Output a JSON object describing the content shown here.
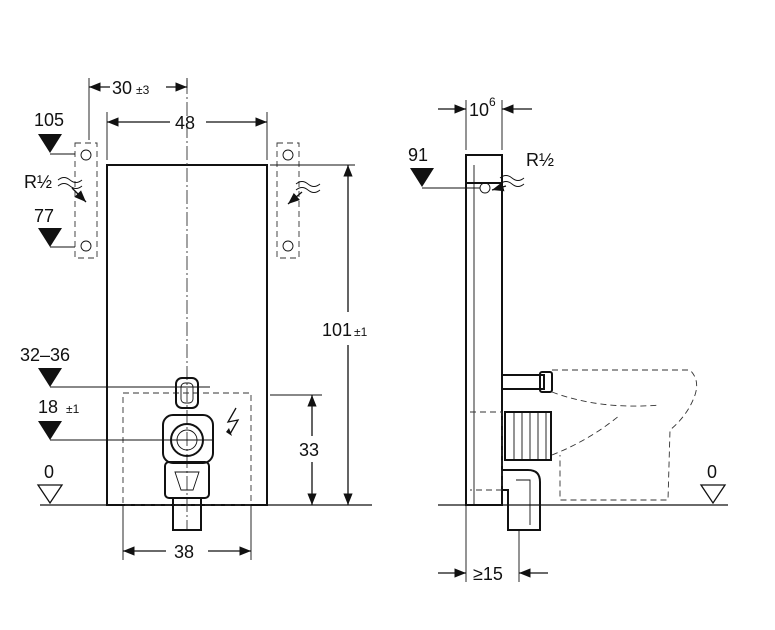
{
  "front_view": {
    "dim_top_offset": "30",
    "dim_top_offset_tol": "±3",
    "dim_width": "48",
    "level_105": "105",
    "level_77": "77",
    "connection": "R½",
    "dim_height": "101",
    "dim_height_tol": "±1",
    "level_32_36": "32–36",
    "level_18": "18",
    "level_18_tol": "±1",
    "dim_33": "33",
    "floor_level": "0",
    "dim_bottom": "38"
  },
  "side_view": {
    "dim_depth": "10",
    "dim_depth_sup": "6",
    "level_91": "91",
    "connection": "R½",
    "floor_level": "0",
    "dim_min": "≥15"
  }
}
